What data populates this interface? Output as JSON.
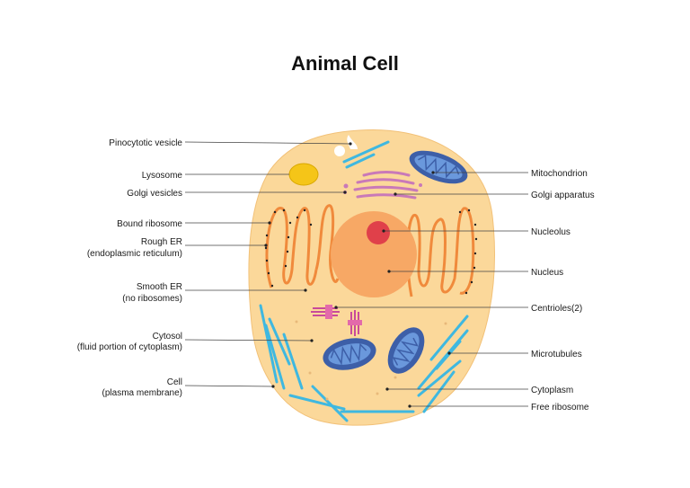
{
  "title": "Animal Cell",
  "labels": {
    "pinocytotic_vesicle": "Pinocytotic vesicle",
    "lysosome": "Lysosome",
    "golgi_vesicles": "Golgi vesicles",
    "bound_ribosome": "Bound ribosome",
    "rough_er_1": "Rough ER",
    "rough_er_2": "(endoplasmic reticulum)",
    "smooth_er_1": "Smooth ER",
    "smooth_er_2": "(no ribosomes)",
    "cytosol_1": "Cytosol",
    "cytosol_2": "(fluid portion of cytoplasm)",
    "cell_1": "Cell",
    "cell_2": "(plasma membrane)",
    "mitochondrion": "Mitochondrion",
    "golgi_apparatus": "Golgi apparatus",
    "nucleolus": "Nucleolus",
    "nucleus": "Nucleus",
    "centrioles": "Centrioles(2)",
    "microtubules": "Microtubules",
    "cytoplasm": "Cytoplasm",
    "free_ribosome": "Free ribosome"
  },
  "colors": {
    "cell_fill": "#fbd89a",
    "nucleus": "#f7a865",
    "nucleolus": "#e0404a",
    "er": "#f08a3c",
    "mitochondrion_outer": "#3d5fa8",
    "mitochondrion_inner": "#6a98dc",
    "golgi": "#c979b8",
    "lysosome": "#f5c518",
    "microtubule": "#3fb8e0",
    "centriole": "#c94a9a"
  }
}
